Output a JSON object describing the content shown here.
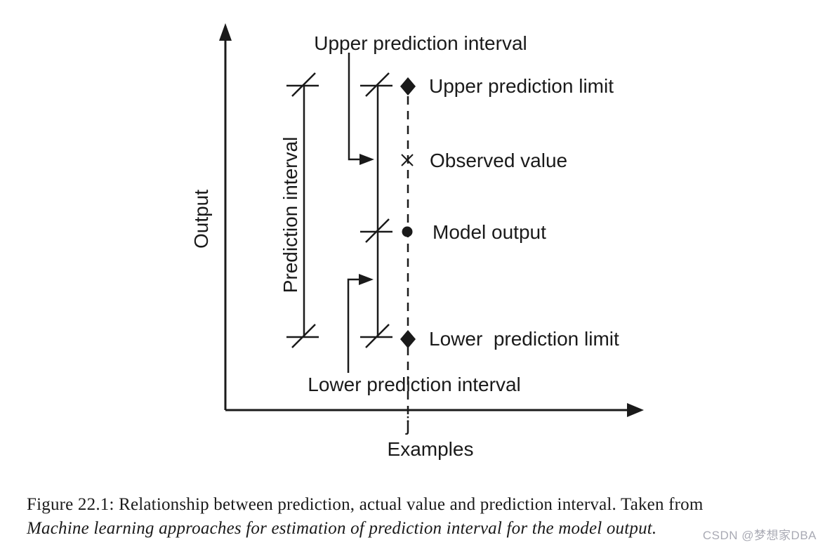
{
  "figure": {
    "y_axis_label": "Output",
    "x_axis_label": "Examples",
    "x_tick_label": "j",
    "interval_label": "Prediction interval",
    "upper_interval_label": "Upper prediction interval",
    "lower_interval_label": "Lower prediction interval",
    "points": [
      {
        "marker": "diamond-marker",
        "label": "Upper prediction limit"
      },
      {
        "marker": "x-marker",
        "label": "Observed value"
      },
      {
        "marker": "dot-marker",
        "label": "Model output"
      },
      {
        "marker": "diamond-marker",
        "label": "Lower  prediction limit"
      }
    ]
  },
  "caption": {
    "line1": "Figure 22.1: Relationship between prediction, actual value and prediction interval. Taken from",
    "line2": "Machine learning approaches for estimation of prediction interval for the model output."
  },
  "watermark": "CSDN @梦想家DBA",
  "colors": {
    "ink": "#1a1a1a",
    "background": "#ffffff",
    "watermark": "#a9aab4"
  }
}
